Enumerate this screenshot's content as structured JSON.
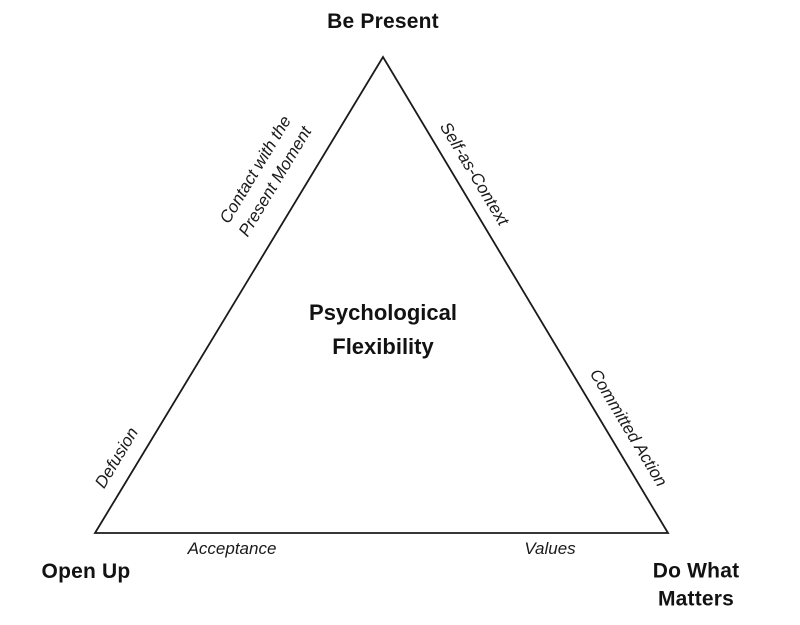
{
  "diagram": {
    "center": {
      "line1": "Psychological",
      "line2": "Flexibility"
    },
    "vertices": {
      "top": "Be Present",
      "bottom_left": "Open Up",
      "bottom_right": {
        "line1": "Do What",
        "line2": "Matters"
      }
    },
    "edges": {
      "left_upper": {
        "line1": "Contact with the",
        "line2": "Present Moment"
      },
      "left_lower": "Defusion",
      "right_upper": "Self-as-Context",
      "right_lower": "Committed Action",
      "bottom_left": "Acceptance",
      "bottom_right": "Values"
    },
    "colors": {
      "line": "#1a1a1a",
      "text": "#121212",
      "background": "#ffffff"
    }
  }
}
